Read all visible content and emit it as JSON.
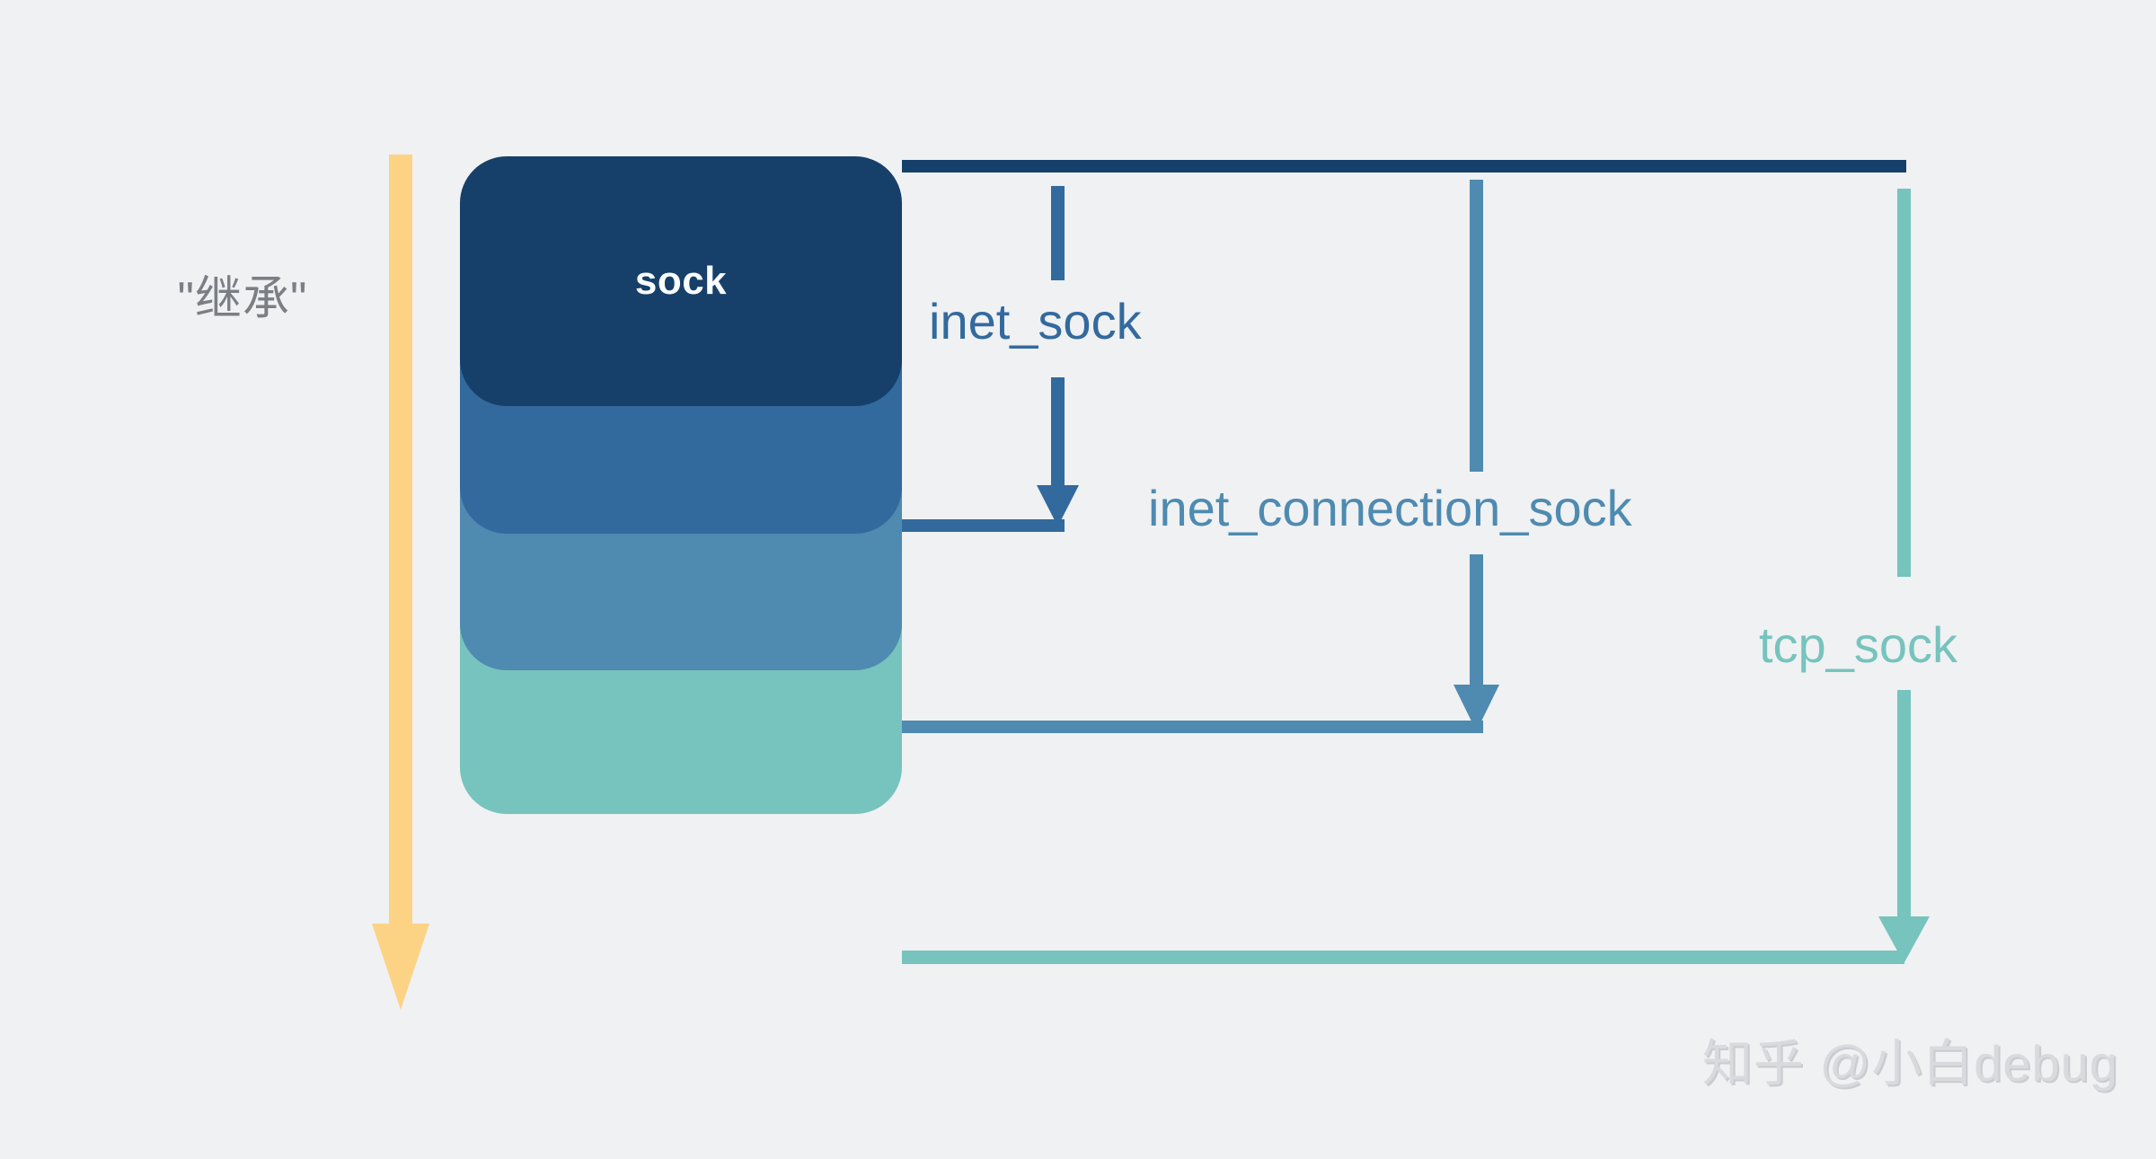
{
  "diagram": {
    "caption": "\"继承\"",
    "root_box_label": "sock",
    "edge_labels": {
      "inet_sock": "inet_sock",
      "inet_connection_sock": "inet_connection_sock",
      "tcp_sock": "tcp_sock"
    },
    "layers": [
      {
        "name": "sock",
        "color": "#164069"
      },
      {
        "name": "inet_sock",
        "color": "#336a9d"
      },
      {
        "name": "inet_connection_sock",
        "color": "#4f8ab0"
      },
      {
        "name": "tcp_sock",
        "color": "#77c3be"
      }
    ],
    "inheritance_arrow_color": "#fcd385",
    "background_color": "#eff1f3",
    "caption_color": "#7b7f84"
  },
  "watermark": {
    "text": "知乎 @小白debug"
  }
}
